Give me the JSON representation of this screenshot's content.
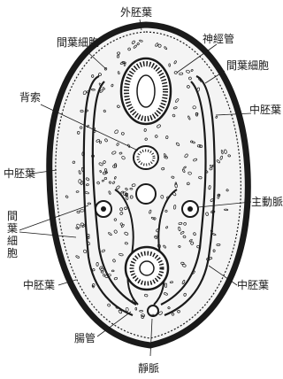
{
  "labels": {
    "ectoderm_top": "外胚葉",
    "neural_tube": "神經管",
    "mesenchyme_top_left": "間葉細胞",
    "mesenchyme_top_right": "間葉細胞",
    "notochord": "背索",
    "mesoderm_right_upper": "中胚葉",
    "mesoderm_left_upper": "中胚葉",
    "aorta": "主動脈",
    "mesenchyme_left_vertical": "間葉細胞",
    "mesoderm_left_lower": "中胚葉",
    "mesoderm_right_lower": "中胚葉",
    "gut": "腸管",
    "vein": "靜脈"
  },
  "colors": {
    "ink": "#1a1a1a",
    "paper": "#ffffff",
    "tissue_fill": "#f4f4f4"
  }
}
